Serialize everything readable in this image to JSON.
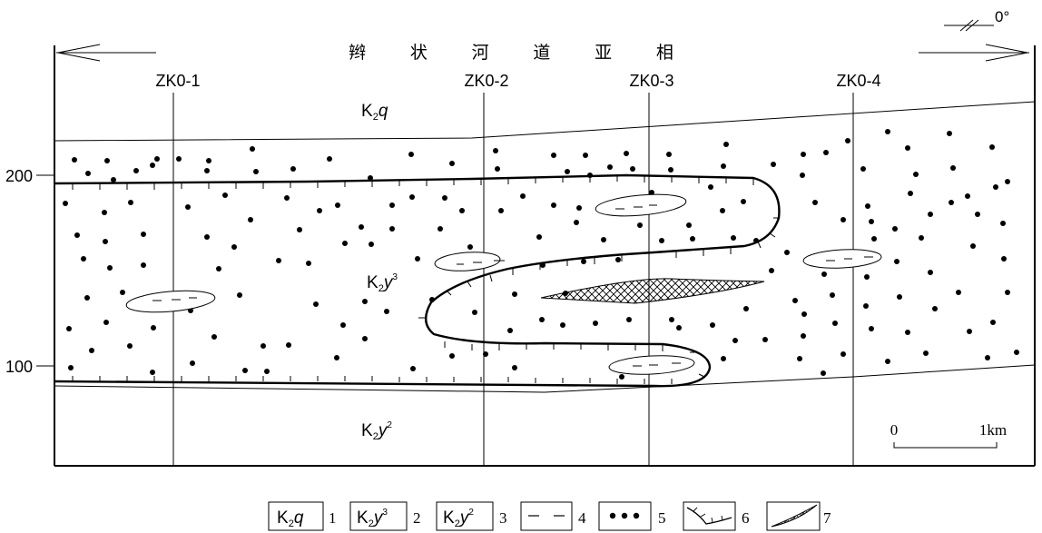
{
  "title": "辫 状 河 道 亚 相",
  "orientation": "0°",
  "boreholes": [
    "ZK0-1",
    "ZK0-2",
    "ZK0-3",
    "ZK0-4"
  ],
  "y_ticks": [
    "200",
    "100"
  ],
  "units": {
    "upper": {
      "main": "K",
      "sub": "2",
      "tail": "q"
    },
    "middle": {
      "main": "K",
      "sub": "2",
      "tail": "y",
      "sup": "3"
    },
    "lower": {
      "main": "K",
      "sub": "2",
      "tail": "y",
      "sup": "2"
    }
  },
  "scale": {
    "start": "0",
    "end": "1km"
  },
  "legend": [
    {
      "box": {
        "main": "K",
        "sub": "2",
        "tail": "q"
      },
      "num": "1"
    },
    {
      "box": {
        "main": "K",
        "sub": "2",
        "tail": "y",
        "sup": "3"
      },
      "num": "2"
    },
    {
      "box": {
        "main": "K",
        "sub": "2",
        "tail": "y",
        "sup": "2"
      },
      "num": "3"
    },
    {
      "box": "dash-pattern",
      "num": "4"
    },
    {
      "box": "dot-pattern",
      "num": "5"
    },
    {
      "box": "boundary-line",
      "num": "6"
    },
    {
      "box": "cross-hatch-lens",
      "num": "7"
    }
  ]
}
